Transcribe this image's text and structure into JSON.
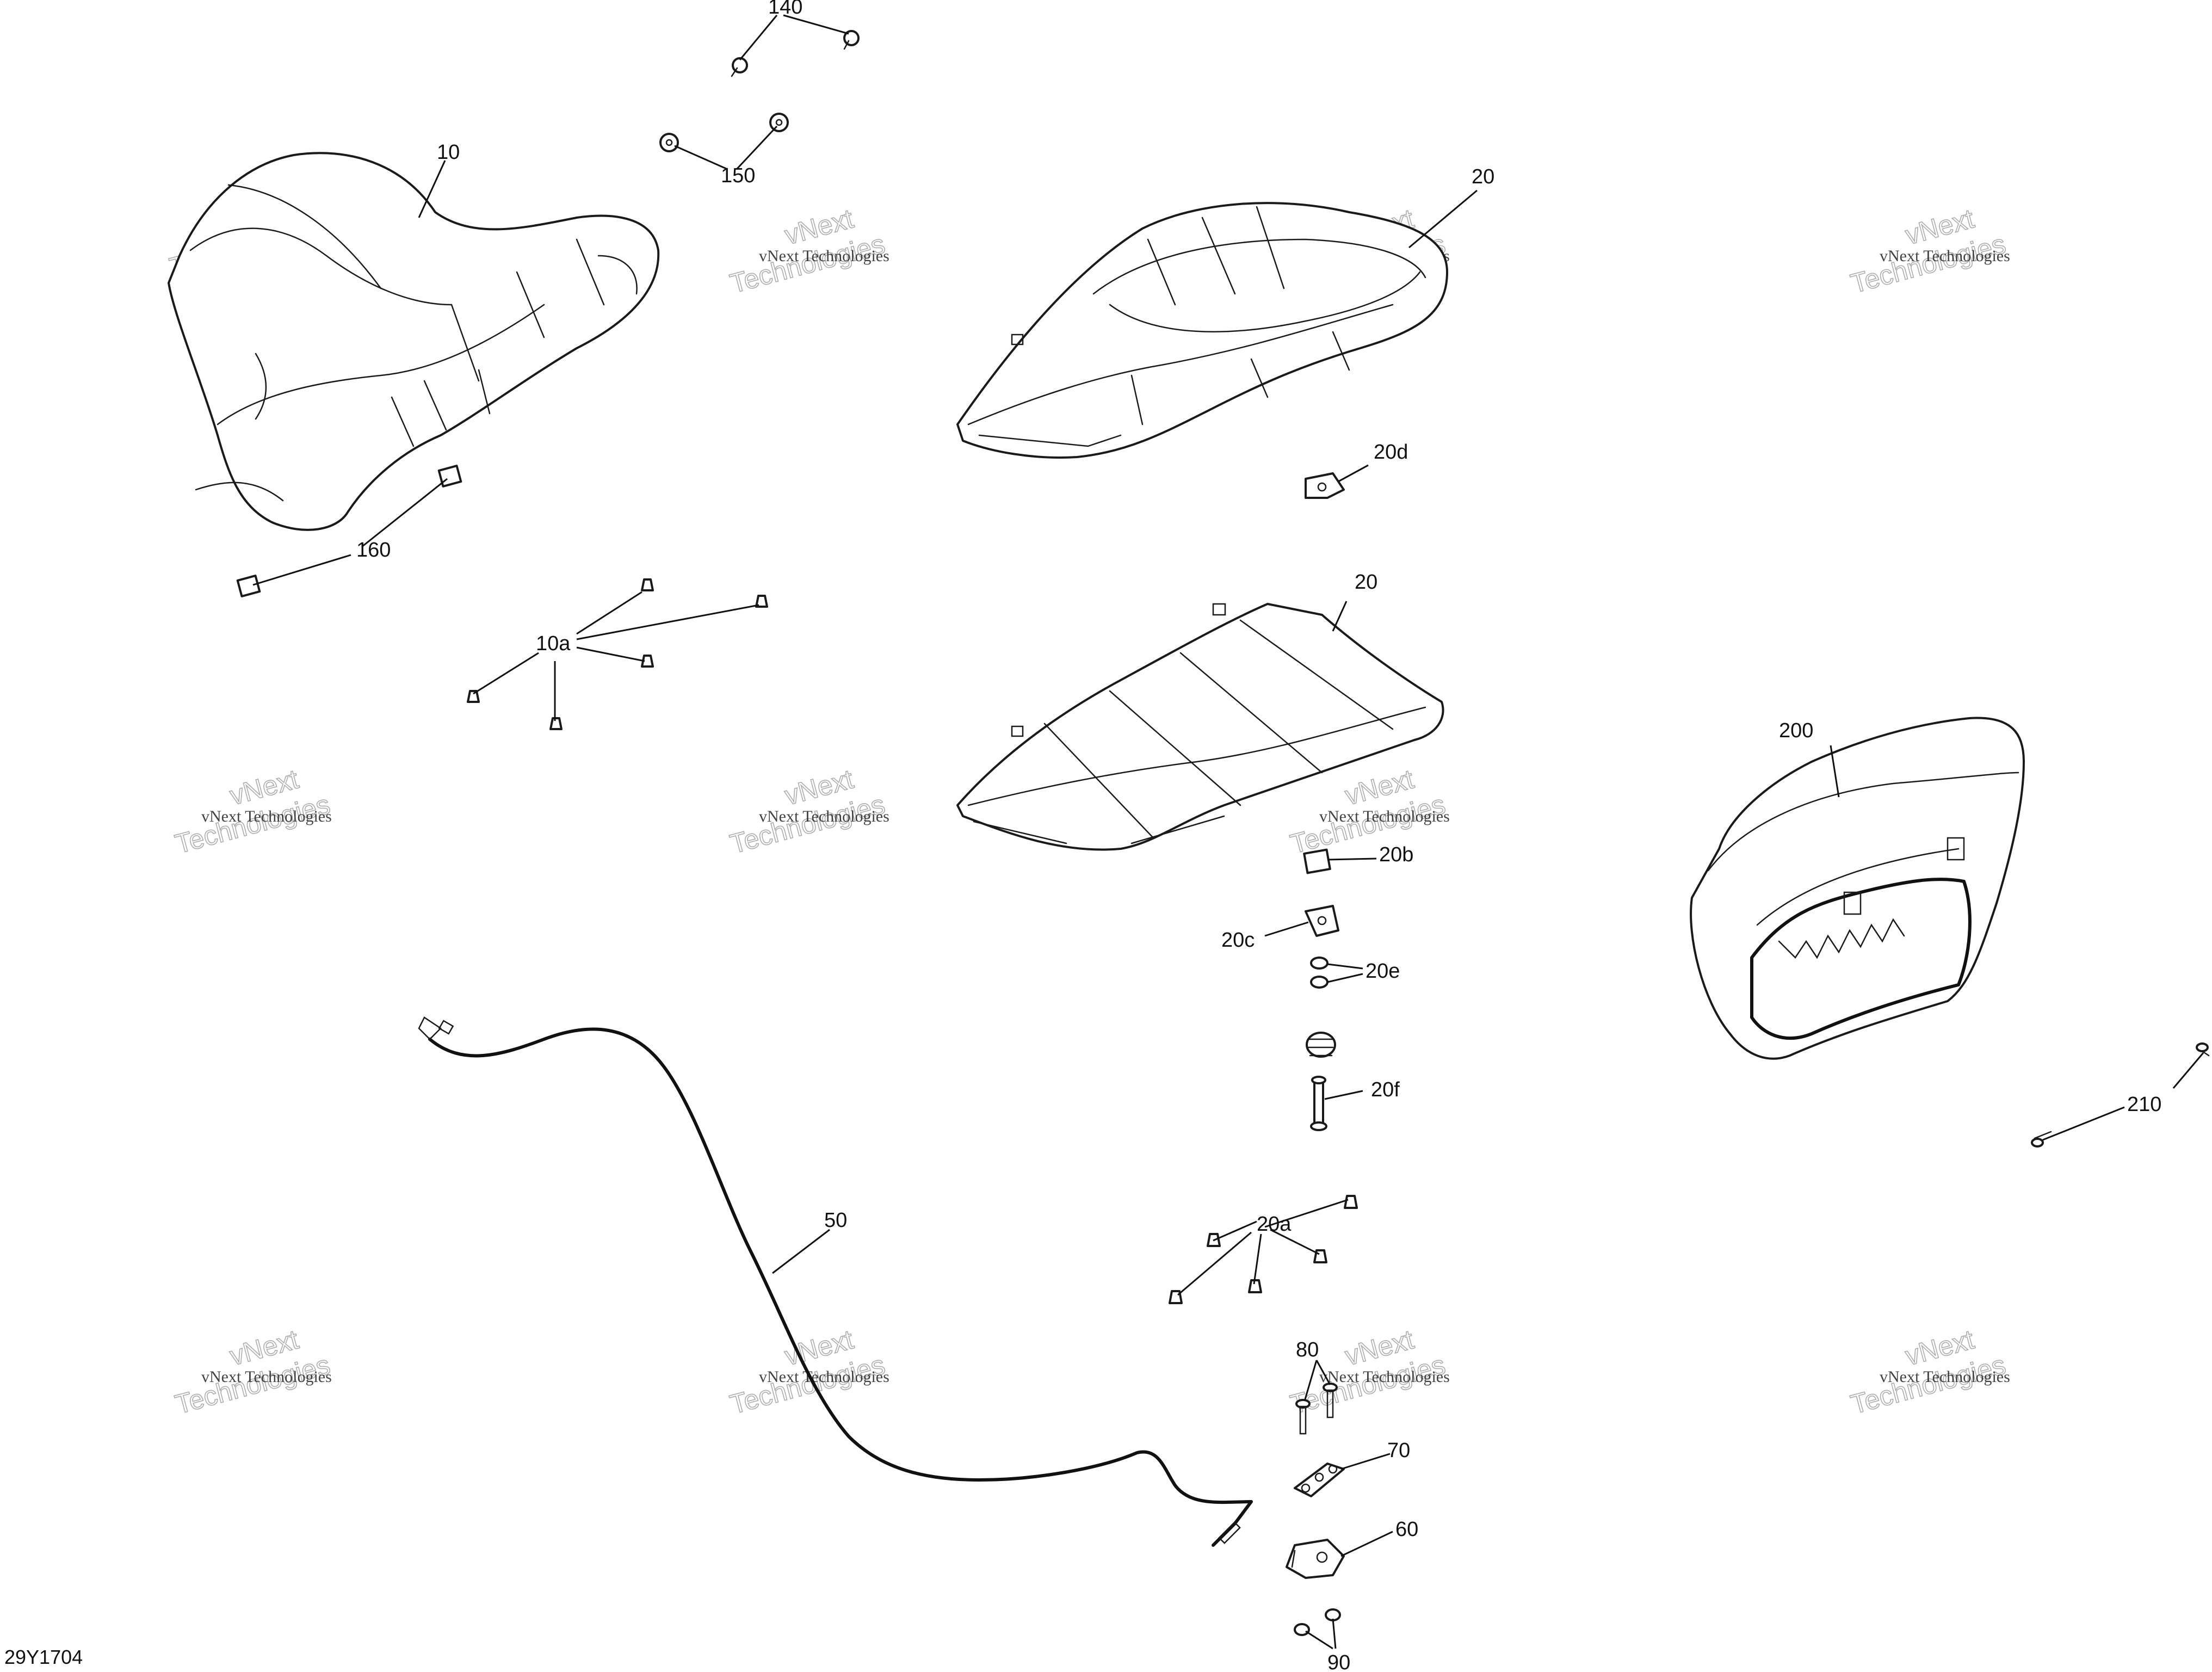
{
  "diagram_code": "29Y1704",
  "watermark": {
    "line1": "vNext Technologies",
    "line2": "vNext",
    "line3": "Technologies"
  },
  "callouts": {
    "c10": "10",
    "c10a": "10a",
    "c20_top": "20",
    "c20_mid": "20",
    "c20a": "20a",
    "c20b": "20b",
    "c20c": "20c",
    "c20d": "20d",
    "c20e": "20e",
    "c20f": "20f",
    "c50": "50",
    "c60": "60",
    "c70": "70",
    "c80": "80",
    "c90": "90",
    "c140": "140",
    "c150": "150",
    "c160": "160",
    "c200": "200",
    "c210": "210"
  }
}
